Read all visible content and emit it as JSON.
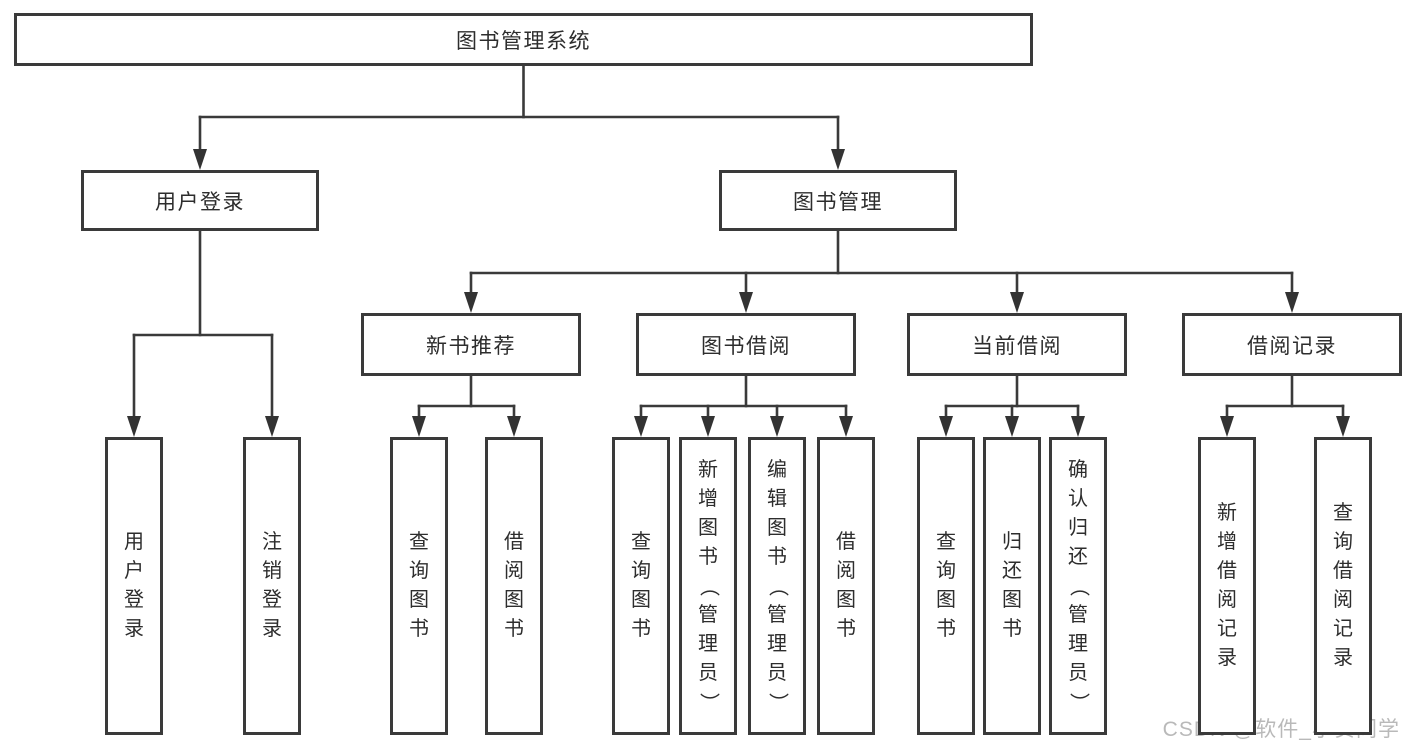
{
  "colors": {
    "background": "#ffffff",
    "line": "#3a3a3a",
    "box_border": "#3a3a3a",
    "box_fill": "#ffffff",
    "text": "#2d2d2d",
    "watermark": "#b9b9b9"
  },
  "watermark": {
    "text": "CSDN @软件_小贺同学"
  },
  "tree": {
    "label": "图书管理系统",
    "children": [
      {
        "label": "用户登录",
        "children": [
          {
            "label": "用户登录"
          },
          {
            "label": "注销登录"
          }
        ]
      },
      {
        "label": "图书管理",
        "children": [
          {
            "label": "新书推荐",
            "children": [
              {
                "label": "查询图书"
              },
              {
                "label": "借阅图书"
              }
            ]
          },
          {
            "label": "图书借阅",
            "children": [
              {
                "label": "查询图书"
              },
              {
                "label": "新增图书（管理员）"
              },
              {
                "label": "编辑图书（管理员）"
              },
              {
                "label": "借阅图书"
              }
            ]
          },
          {
            "label": "当前借阅",
            "children": [
              {
                "label": "查询图书"
              },
              {
                "label": "归还图书"
              },
              {
                "label": "确认归还（管理员）"
              }
            ]
          },
          {
            "label": "借阅记录",
            "children": [
              {
                "label": "新增借阅记录"
              },
              {
                "label": "查询借阅记录"
              }
            ]
          }
        ]
      }
    ]
  }
}
